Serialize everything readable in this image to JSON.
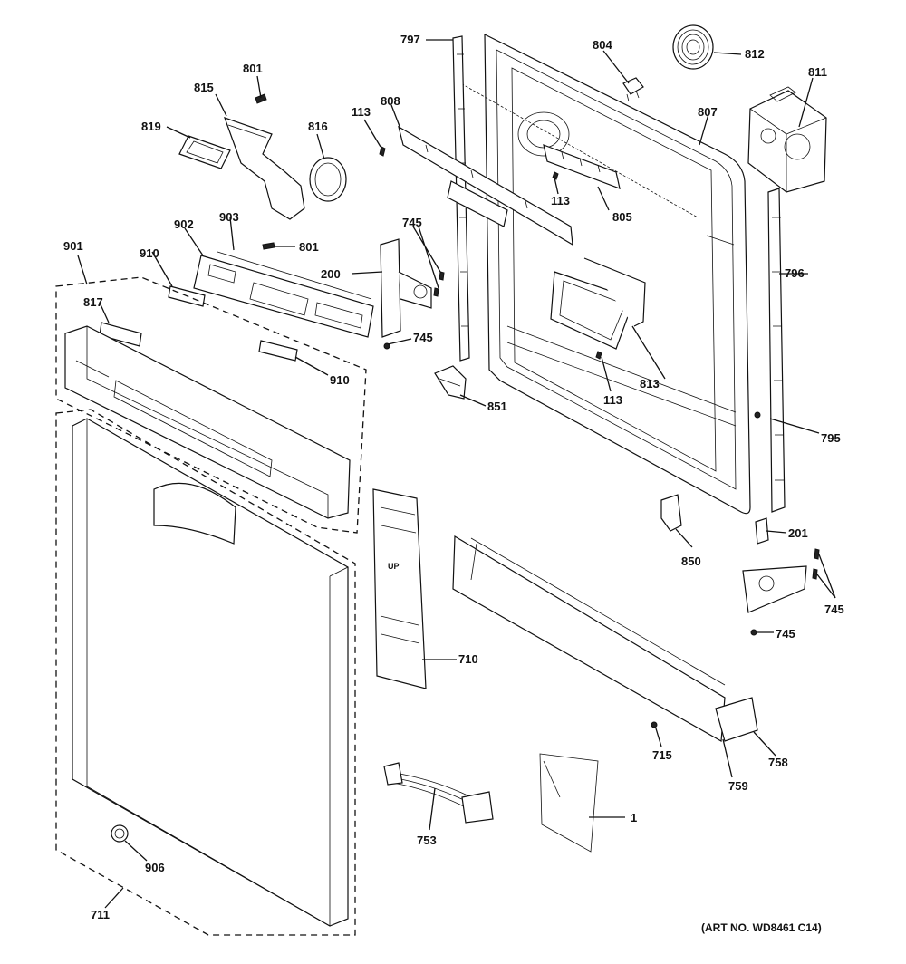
{
  "labels": {
    "l797": "797",
    "l804": "804",
    "l812": "812",
    "l811": "811",
    "l801a": "801",
    "l815": "815",
    "l819": "819",
    "l816": "816",
    "l113a": "113",
    "l808": "808",
    "l807": "807",
    "l113b": "113",
    "l805": "805",
    "l902": "902",
    "l903": "903",
    "l801b": "801",
    "l901": "901",
    "l910a": "910",
    "l745a": "745",
    "l200": "200",
    "l796": "796",
    "l817": "817",
    "l745b": "745",
    "l910b": "910",
    "l113c": "113",
    "l813": "813",
    "l851": "851",
    "l795": "795",
    "l201": "201",
    "l850": "850",
    "l745c": "745",
    "l745d": "745",
    "l710": "710",
    "l715": "715",
    "l758": "758",
    "l759": "759",
    "l753": "753",
    "l1": "1",
    "l906": "906",
    "l711": "711"
  },
  "footer": {
    "art_number": "(ART NO. WD8461 C14)"
  },
  "decals": {
    "up_mark": "UP"
  }
}
